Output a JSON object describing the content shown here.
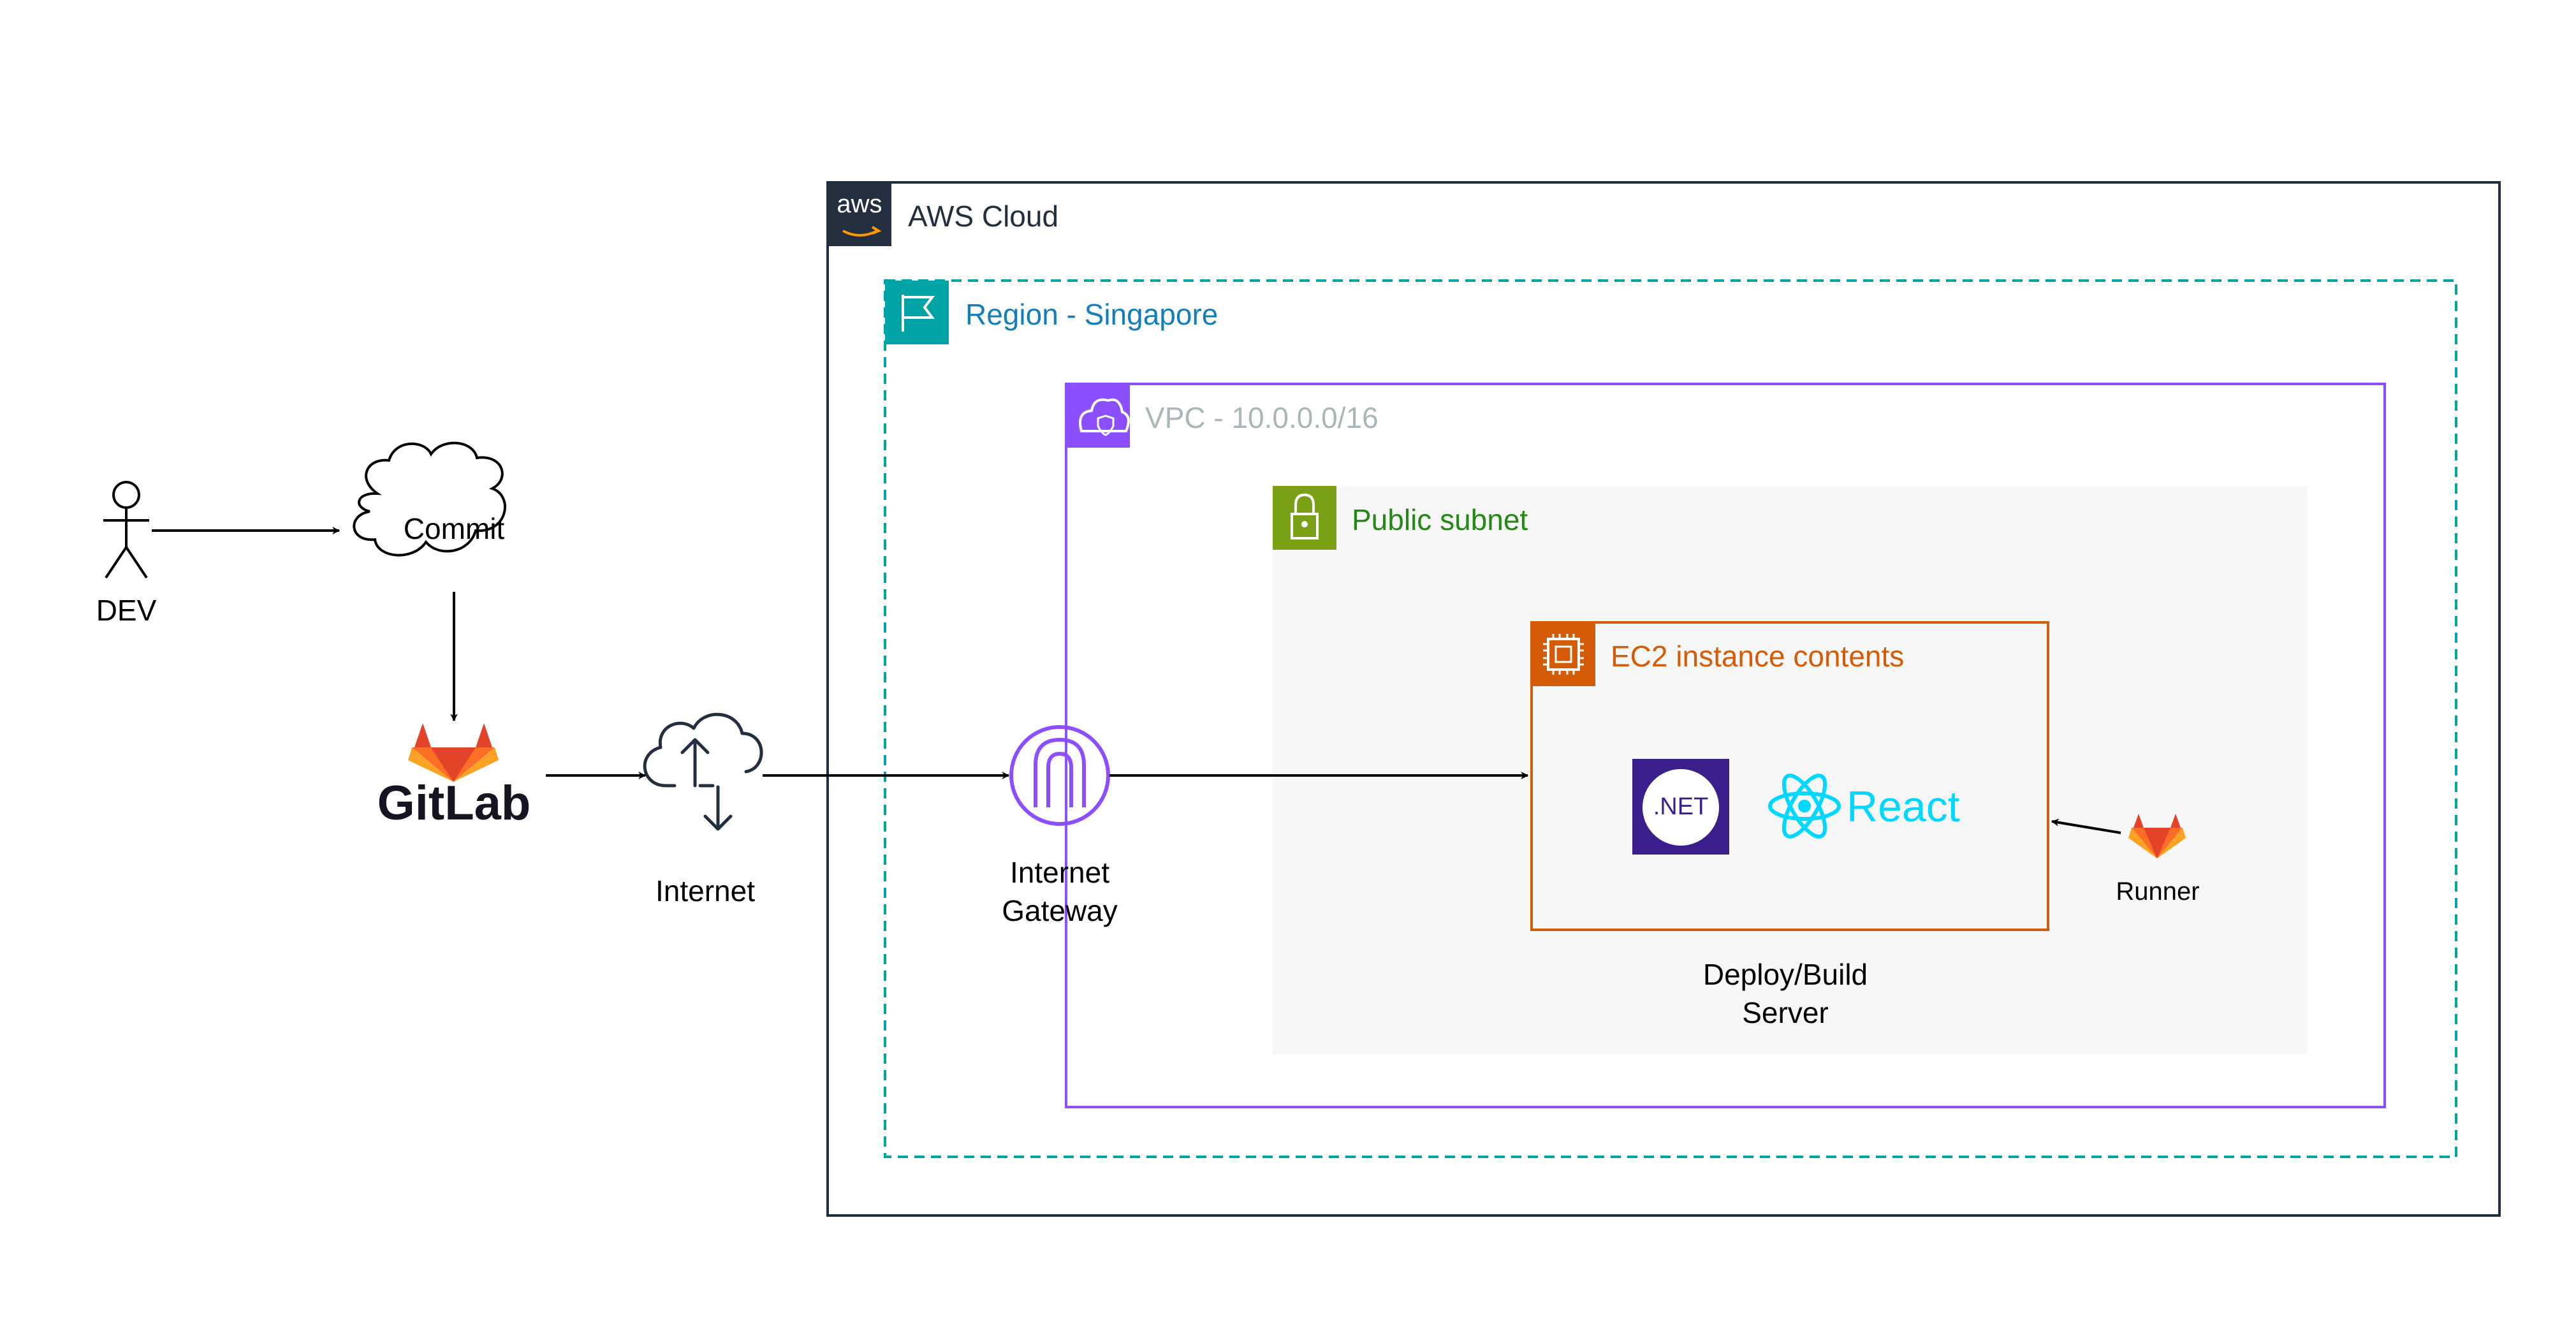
{
  "dev": {
    "label": "DEV"
  },
  "commit": {
    "label": "Commit"
  },
  "gitlab": {
    "label": "GitLab"
  },
  "internet": {
    "label": "Internet"
  },
  "aws_cloud": {
    "label": "AWS Cloud",
    "badge": "aws"
  },
  "region": {
    "label": "Region - Singapore"
  },
  "vpc": {
    "label": "VPC - 10.0.0.0/16"
  },
  "subnet": {
    "label": "Public subnet"
  },
  "igw": {
    "label_line1": "Internet",
    "label_line2": "Gateway"
  },
  "ec2": {
    "label": "EC2 instance contents"
  },
  "dotnet": {
    "label": ".NET"
  },
  "react": {
    "label": "React"
  },
  "runner": {
    "label": "Runner"
  },
  "server": {
    "label_line1": "Deploy/Build",
    "label_line2": "Server"
  },
  "colors": {
    "aws_border": "#232f3e",
    "region": "#00a4a6",
    "region_text": "#147eba",
    "vpc": "#8c4fff",
    "vpc_text": "#aab7b8",
    "subnet_fill": "#f7f7f7",
    "subnet_icon": "#7aa116",
    "subnet_text": "#248814",
    "ec2": "#d45b07",
    "react": "#00d8ff",
    "dotnet_bg": "#3a1f8c",
    "gitlab_orange": "#e24329",
    "gitlab_light": "#fc6d26",
    "gitlab_yellow": "#fca326"
  },
  "icons": [
    "actor-icon",
    "cloud-shape-icon",
    "gitlab-logo-icon",
    "internet-cloud-icon",
    "aws-logo-icon",
    "region-flag-icon",
    "vpc-cloud-shield-icon",
    "lock-icon",
    "internet-gateway-icon",
    "ec2-chip-icon",
    "dotnet-logo-icon",
    "react-atom-icon",
    "gitlab-runner-icon"
  ]
}
